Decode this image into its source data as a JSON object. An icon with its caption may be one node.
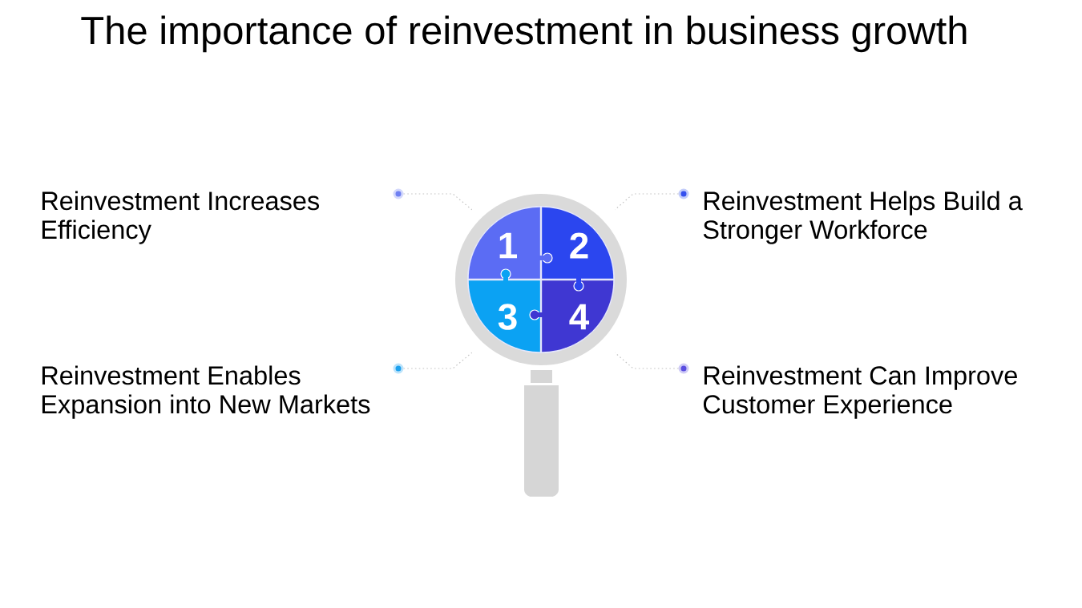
{
  "diagram": {
    "title": "The importance of reinvestment in business growth",
    "nodes": [
      {
        "text": [],
        "shape": "circle"
      },
      {
        "text": [],
        "shape": "circle"
      },
      {
        "text": [],
        "shape": "circle"
      },
      {
        "text": [],
        "shape": "circle"
      },
      {
        "text": [
          "1"
        ]
      },
      {
        "text": [
          "2"
        ]
      },
      {
        "text": [
          "3"
        ]
      },
      {
        "text": [
          "4"
        ]
      }
    ],
    "edges": [
      {
        "from": 0,
        "to": 4,
        "arrow": "none",
        "style": "dashed"
      },
      {
        "from": 1,
        "to": 5,
        "arrow": "none",
        "style": "dashed"
      },
      {
        "from": 2,
        "to": 6,
        "arrow": "none",
        "style": "dashed"
      },
      {
        "from": 3,
        "to": 7,
        "arrow": "none",
        "style": "dashed"
      }
    ],
    "labels": [
      "Reinvestment Increases Efficiency",
      "Reinvestment Helps Build a Stronger Workforce",
      "Reinvestment Enables Expansion into New Markets",
      "Reinvestment Can Improve Customer Experience"
    ]
  }
}
